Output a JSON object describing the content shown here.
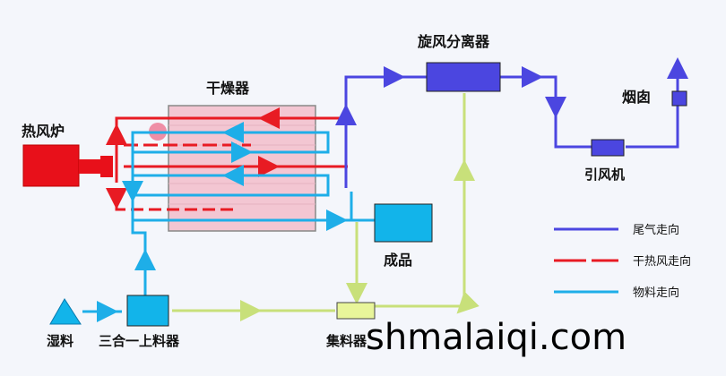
{
  "labels": {
    "dryer": "干燥器",
    "hot_air_furnace": "热风炉",
    "cyclone": "旋风分离器",
    "chimney": "烟囱",
    "fan": "引风机",
    "product": "成品",
    "wet_material": "湿料",
    "feeder": "三合一上料器",
    "collector": "集料器"
  },
  "legend": [
    {
      "label": "尾气走向",
      "color": "#4b46e0",
      "style": "solid"
    },
    {
      "label": "干热风走向",
      "color": "#e81b23",
      "style": "dashed"
    },
    {
      "label": "物料走向",
      "color": "#1eaee8",
      "style": "solid"
    }
  ],
  "watermark": "shmalaiqi.com",
  "colors": {
    "exhaust": "#4b46e0",
    "hot_air": "#e81b23",
    "material": "#1eaee8",
    "collector_line": "#c8e07a",
    "dryer_fill": "#f3c6d2",
    "product_fill": "#12b4ea",
    "furnace_fill": "#e8101a",
    "collector_fill": "#e8f59a"
  }
}
